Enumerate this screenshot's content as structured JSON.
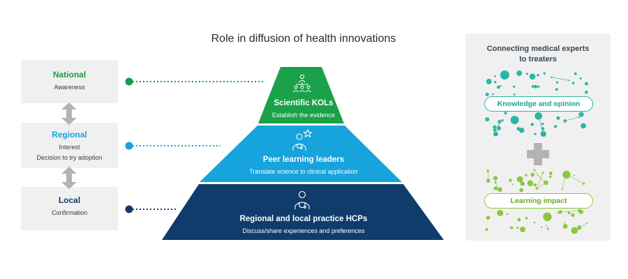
{
  "title": "Role in diffusion of health innovations",
  "levels": [
    {
      "name": "National",
      "lines": [
        "Awareness"
      ],
      "color": "#1a9a46"
    },
    {
      "name": "Regional",
      "lines": [
        "Interest",
        "Decision to try adoption"
      ],
      "color": "#17a3dc"
    },
    {
      "name": "Local",
      "lines": [
        "Confirmation"
      ],
      "color": "#0f3c6b"
    }
  ],
  "tiers": [
    {
      "name": "Scientific KOLs",
      "description": "Establish the evidence",
      "color": "#1aa14a",
      "icon": "group-hierarchy-icon"
    },
    {
      "name": "Peer learning leaders",
      "description": "Translate science to clinical application",
      "color": "#17a3dc",
      "icon": "doctor-star-icon"
    },
    {
      "name": "Regional and local practice HCPs",
      "description": "Discuss/share experiences and preferences",
      "color": "#0f3c6b",
      "icon": "doctor-icon"
    }
  ],
  "panel": {
    "title_line1": "Connecting medical experts",
    "title_line2": "to treaters",
    "knowledge_label": "Knowledge and opinion",
    "learning_label": "Learning impact",
    "knowledge_color": "#2bb5a7",
    "learning_color": "#8cc63f"
  }
}
